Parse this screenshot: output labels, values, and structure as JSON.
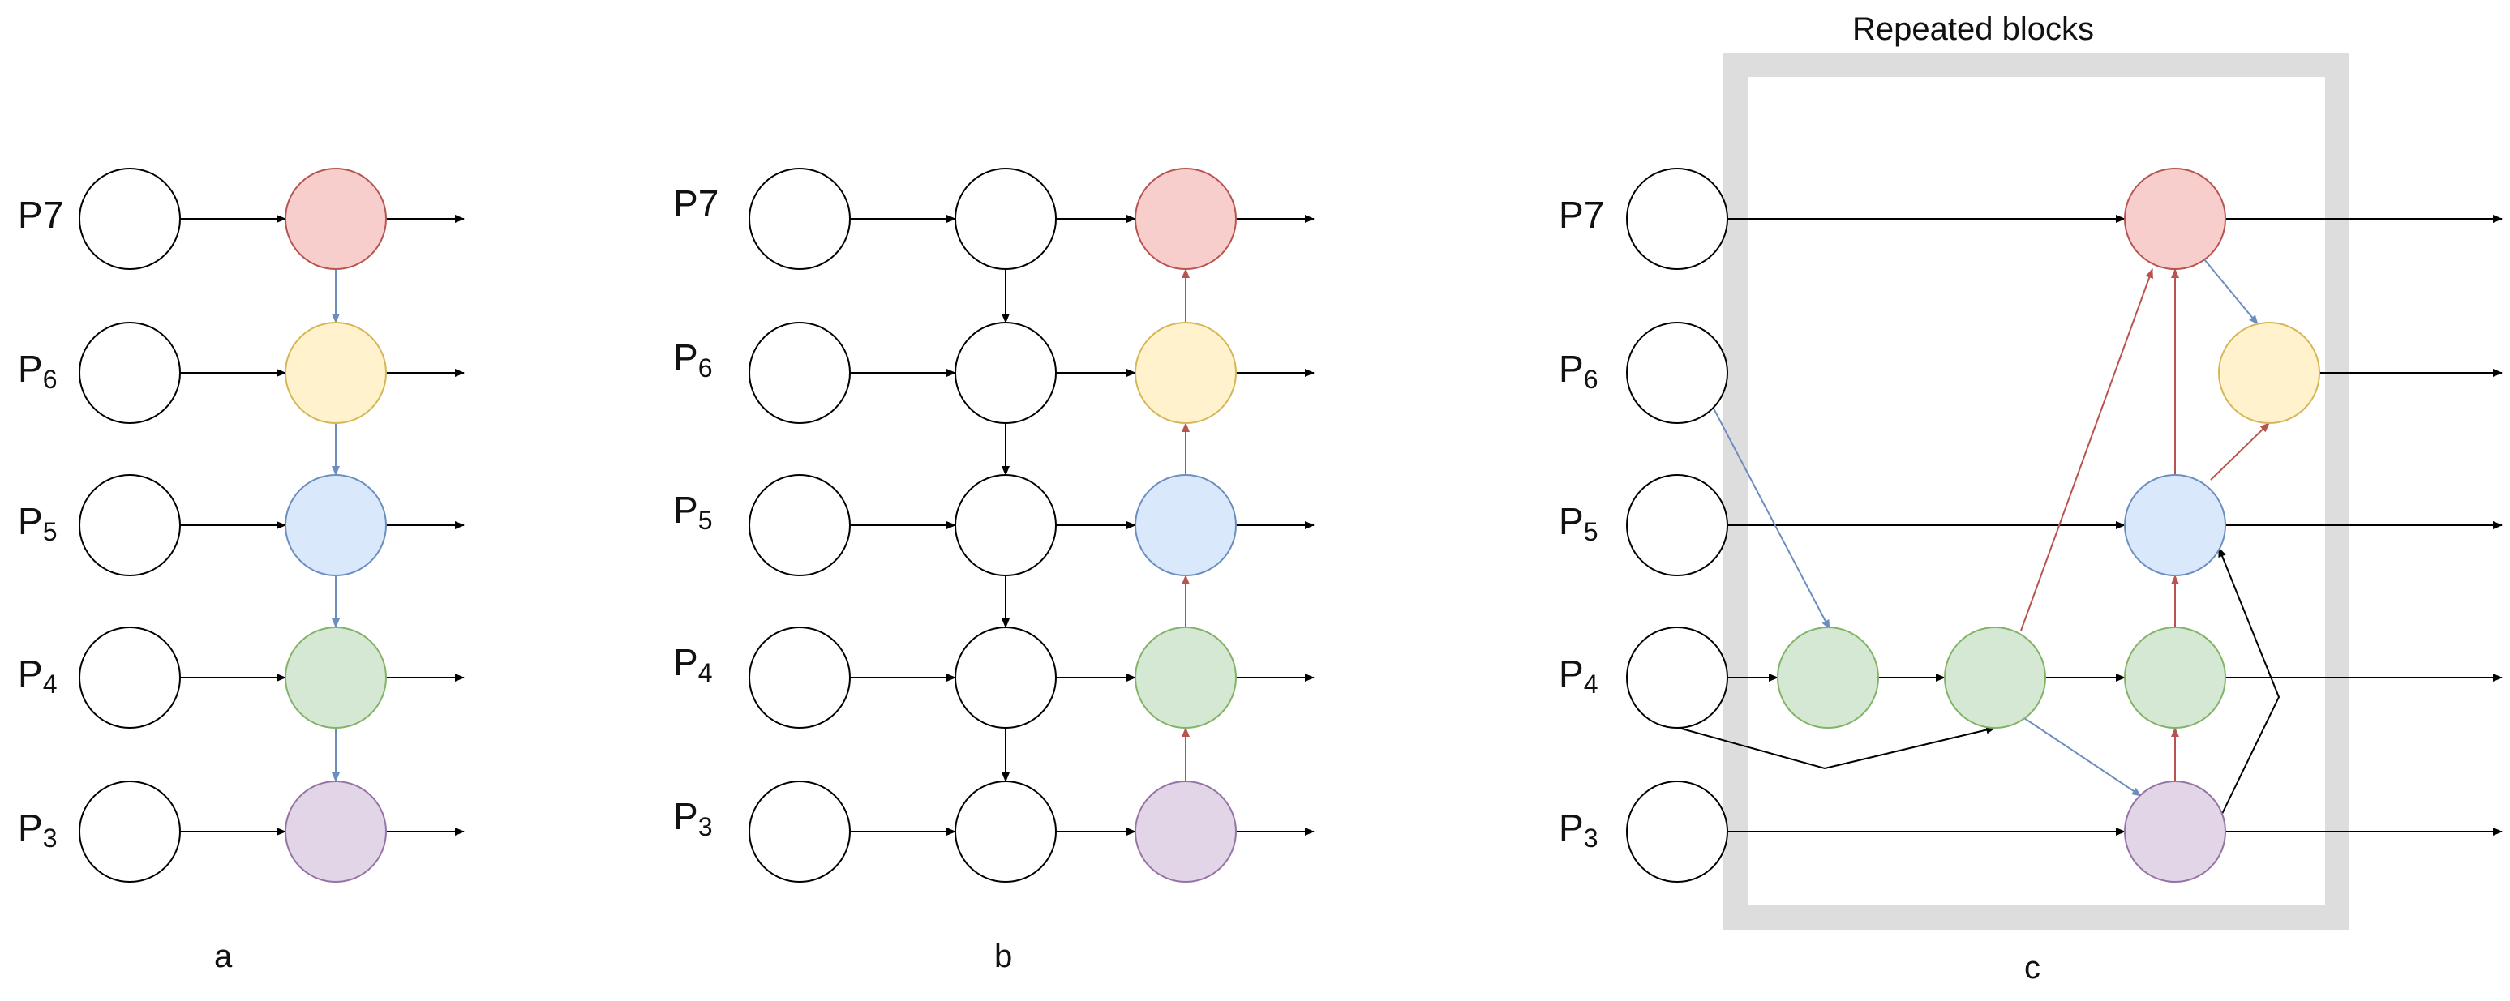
{
  "diagram": {
    "row_labels": [
      "P",
      "P",
      "P",
      "P",
      "P"
    ],
    "row_subscripts": [
      "7",
      "6",
      "5",
      "4",
      "3"
    ],
    "panel_labels": {
      "a": "a",
      "b": "b",
      "c": "c"
    },
    "repeated_blocks_title": "Repeated blocks"
  },
  "colors": {
    "red_fill": "#f8cecc",
    "red_stroke": "#b85450",
    "yellow_fill": "#fff2cc",
    "yellow_stroke": "#d6b656",
    "blue_fill": "#dae8fc",
    "blue_stroke": "#6c8ebf",
    "green_fill": "#d5e8d4",
    "green_stroke": "#82b366",
    "purple_fill": "#e1d5e7",
    "purple_stroke": "#9673a6",
    "blue_arrow": "#6c8ebf",
    "red_arrow": "#b85450",
    "black_arrow": "#000000",
    "block_border": "#dddddd"
  }
}
